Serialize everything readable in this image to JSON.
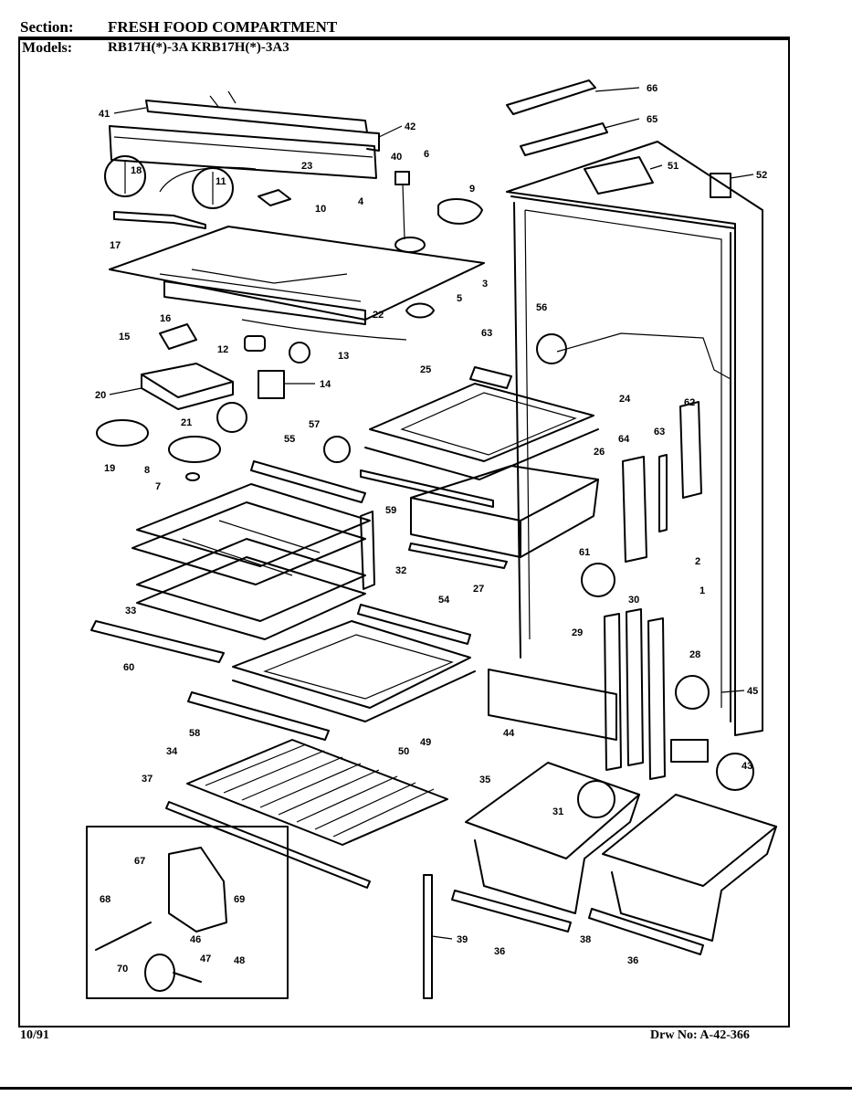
{
  "header": {
    "section_label": "Section:",
    "section_value": "FRESH FOOD COMPARTMENT",
    "models_label": "Models:",
    "models_value": "RB17H(*)-3A  KRB17H(*)-3A3"
  },
  "footer": {
    "date": "10/91",
    "drawing_number": "Drw No: A-42-366"
  },
  "callouts": [
    "41",
    "42",
    "40",
    "23",
    "6",
    "9",
    "18",
    "11",
    "10",
    "4",
    "17",
    "3",
    "16",
    "5",
    "22",
    "15",
    "12",
    "13",
    "20",
    "14",
    "21",
    "19",
    "8",
    "7",
    "66",
    "65",
    "51",
    "52",
    "56",
    "63",
    "25",
    "24",
    "62",
    "57",
    "55",
    "26",
    "64",
    "63",
    "59",
    "2",
    "61",
    "32",
    "33",
    "27",
    "1",
    "30",
    "54",
    "29",
    "28",
    "60",
    "45",
    "58",
    "49",
    "50",
    "44",
    "43",
    "34",
    "37",
    "35",
    "31",
    "67",
    "69",
    "68",
    "46",
    "48",
    "70",
    "47",
    "39",
    "36",
    "38",
    "36"
  ]
}
